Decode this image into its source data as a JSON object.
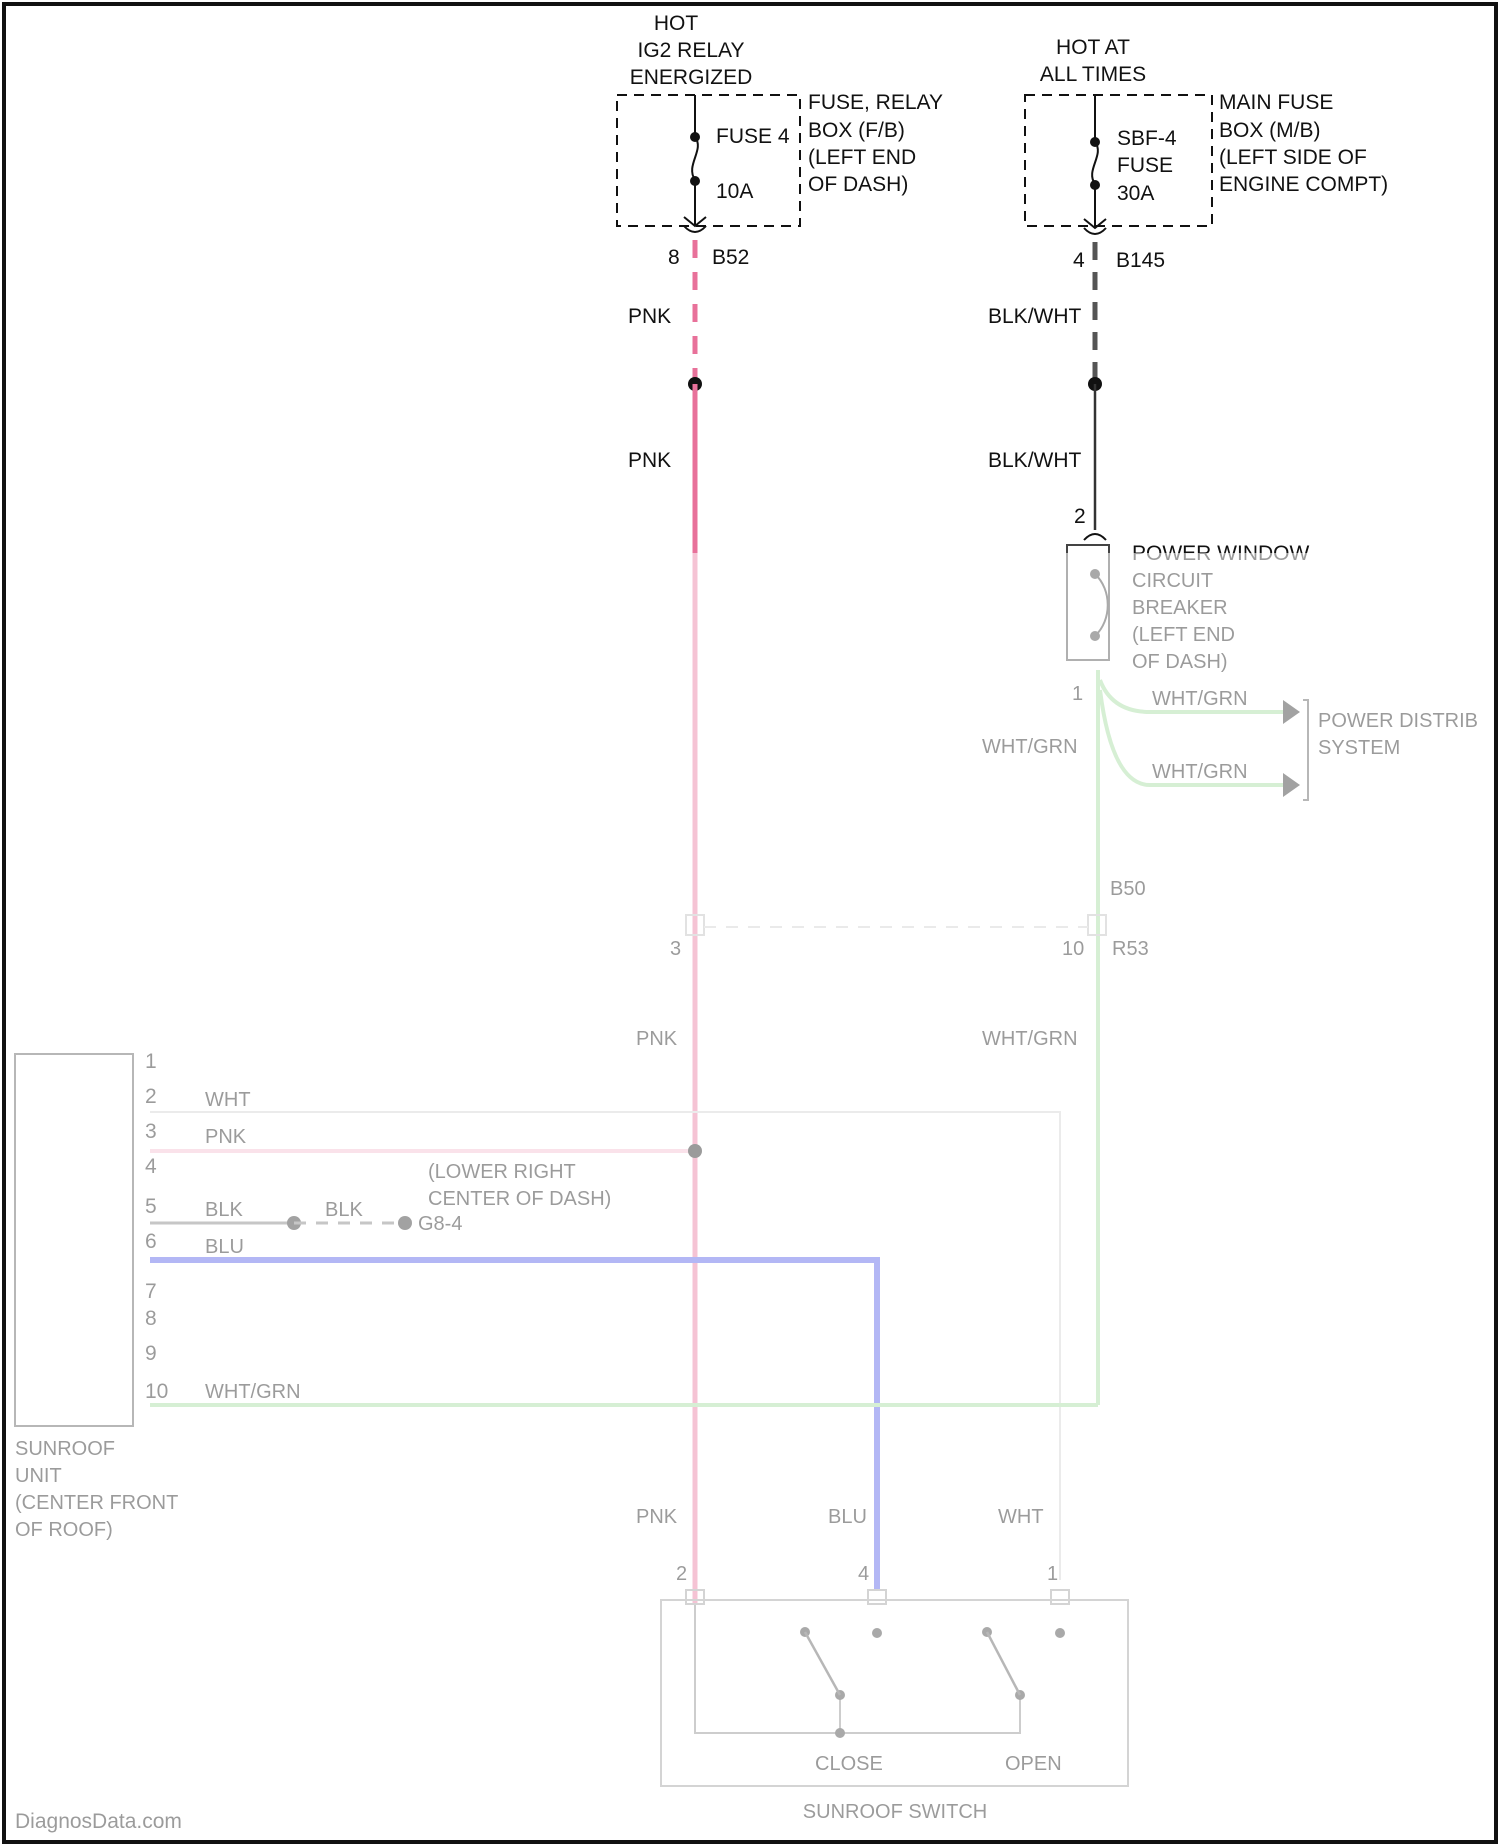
{
  "sources": {
    "left": {
      "hot_lines": [
        "HOT",
        "IG2 RELAY",
        "ENERGIZED"
      ],
      "fuse_name": "FUSE 4",
      "fuse_rating": "10A",
      "box_lines": [
        "FUSE, RELAY",
        "BOX (F/B)",
        "(LEFT END",
        "OF DASH)"
      ],
      "pin": "8",
      "connector": "B52"
    },
    "right": {
      "hot_lines": [
        "HOT AT",
        "ALL TIMES"
      ],
      "fuse_lines": [
        "SBF-4",
        "FUSE",
        "30A"
      ],
      "box_lines": [
        "MAIN FUSE",
        "BOX (M/B)",
        "(LEFT SIDE OF",
        "ENGINE COMPT)"
      ],
      "pin": "4",
      "connector": "B145"
    }
  },
  "wires": {
    "pnk": "PNK",
    "blk_wht": "BLK/WHT",
    "wht_grn": "WHT/GRN",
    "wht": "WHT",
    "blk": "BLK",
    "blu": "BLU"
  },
  "breaker": {
    "pin_in": "2",
    "pin_out": "1",
    "label_lines": [
      "POWER WINDOW",
      "CIRCUIT",
      "BREAKER",
      "(LEFT END",
      "OF DASH)"
    ]
  },
  "power_distribution": {
    "label_lines": [
      "POWER DISTRIB",
      "SYSTEM"
    ]
  },
  "junction": {
    "top_label": "B50",
    "left_pin": "3",
    "right_pin": "10",
    "right_connector": "R53"
  },
  "splice": {
    "label_lines": [
      "(LOWER RIGHT",
      "CENTER OF DASH)"
    ]
  },
  "ground": {
    "label": "G8-4"
  },
  "sunroof_unit": {
    "pins": [
      "1",
      "2",
      "3",
      "4",
      "5",
      "6",
      "7",
      "8",
      "9",
      "10"
    ],
    "label_lines": [
      "SUNROOF",
      "UNIT",
      "(CENTER FRONT",
      "OF ROOF)"
    ]
  },
  "sunroof_switch": {
    "label": "SUNROOF SWITCH",
    "close": "CLOSE",
    "open": "OPEN",
    "pins": [
      "2",
      "4",
      "1"
    ]
  },
  "watermark": "DiagnosData.com",
  "colors": {
    "pink": "#e8719a",
    "pink_faint": "#f4b9cc",
    "green_faint": "#9ed89a",
    "blue": "#4b55e6",
    "gray_dash": "#555555",
    "frame": "#111111"
  }
}
